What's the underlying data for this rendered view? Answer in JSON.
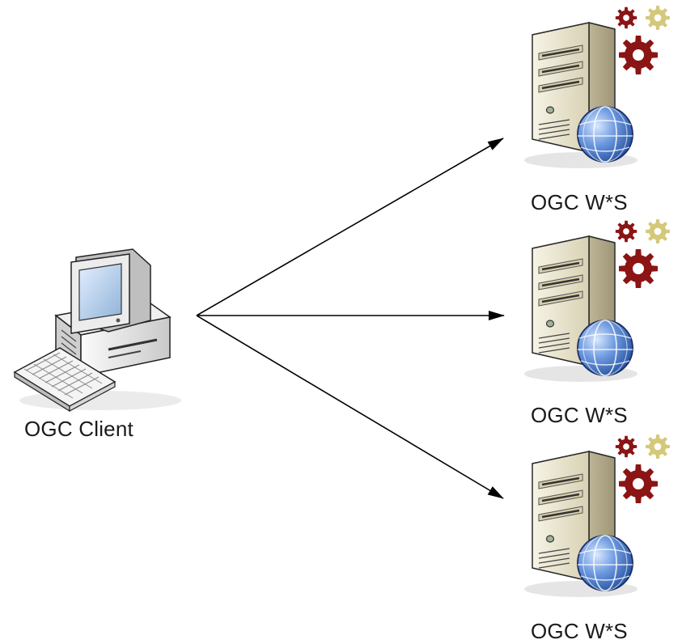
{
  "client": {
    "label": "OGC Client",
    "icon": "desktop-computer-icon"
  },
  "servers": [
    {
      "label": "OGC W*S",
      "icon": "server-tower-icon"
    },
    {
      "label": "OGC W*S",
      "icon": "server-tower-icon"
    },
    {
      "label": "OGC W*S",
      "icon": "server-tower-icon"
    }
  ],
  "colors": {
    "gear_large": "#8b1414",
    "gear_small_red": "#8b1414",
    "gear_small_yellow": "#d4c87a",
    "globe": "#3a6bc4",
    "arrow": "#000000",
    "server_body": "#e6e0c8",
    "monitor_screen": "#a9c7e8"
  }
}
